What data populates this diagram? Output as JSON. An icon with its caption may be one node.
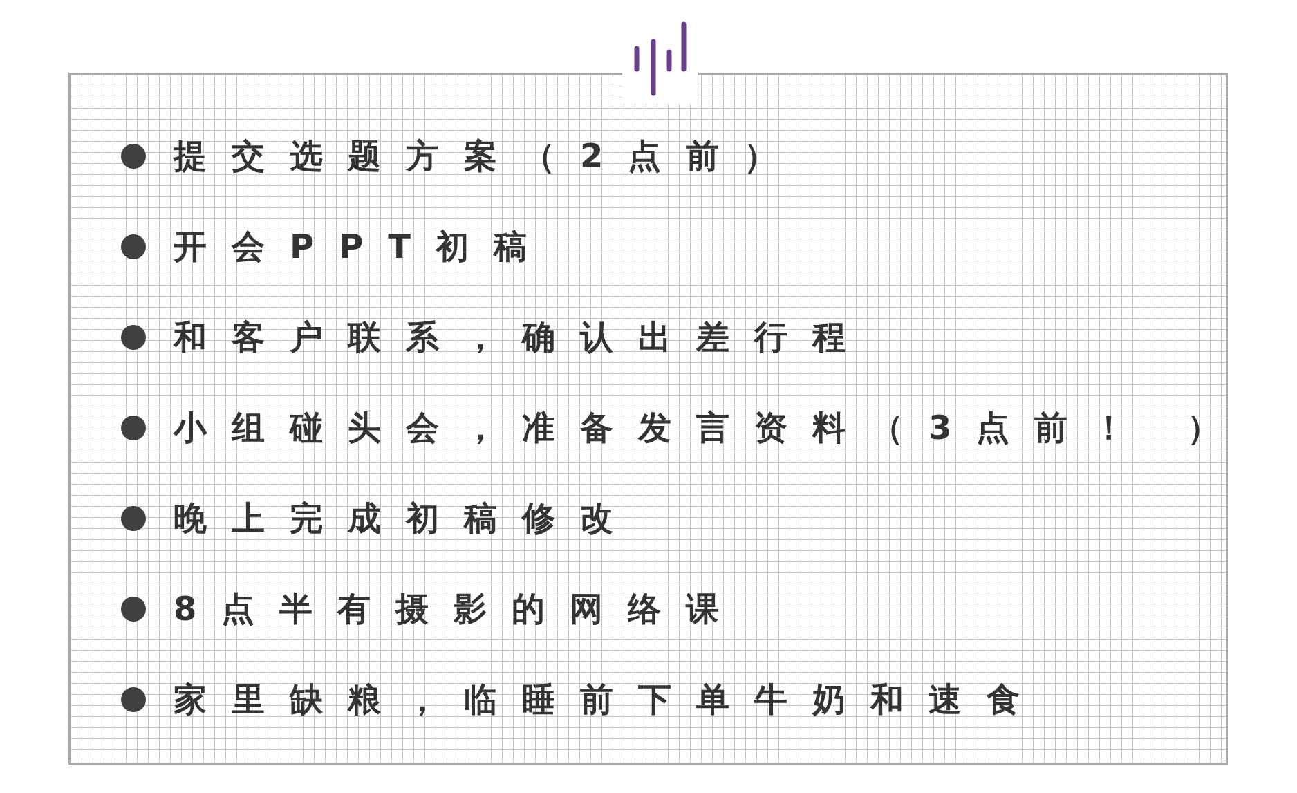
{
  "diagram": {
    "labels": [
      "提交选题方案（2点前）",
      "开会PPT初稿",
      "和客户联系，确认出差行程",
      "小组碰头会，准备发言资料（3点前！ ）",
      "晚上完成初稿修改",
      "8点半有摄影的网络课",
      "家里缺粮，临睡前下单牛奶和速食"
    ]
  }
}
